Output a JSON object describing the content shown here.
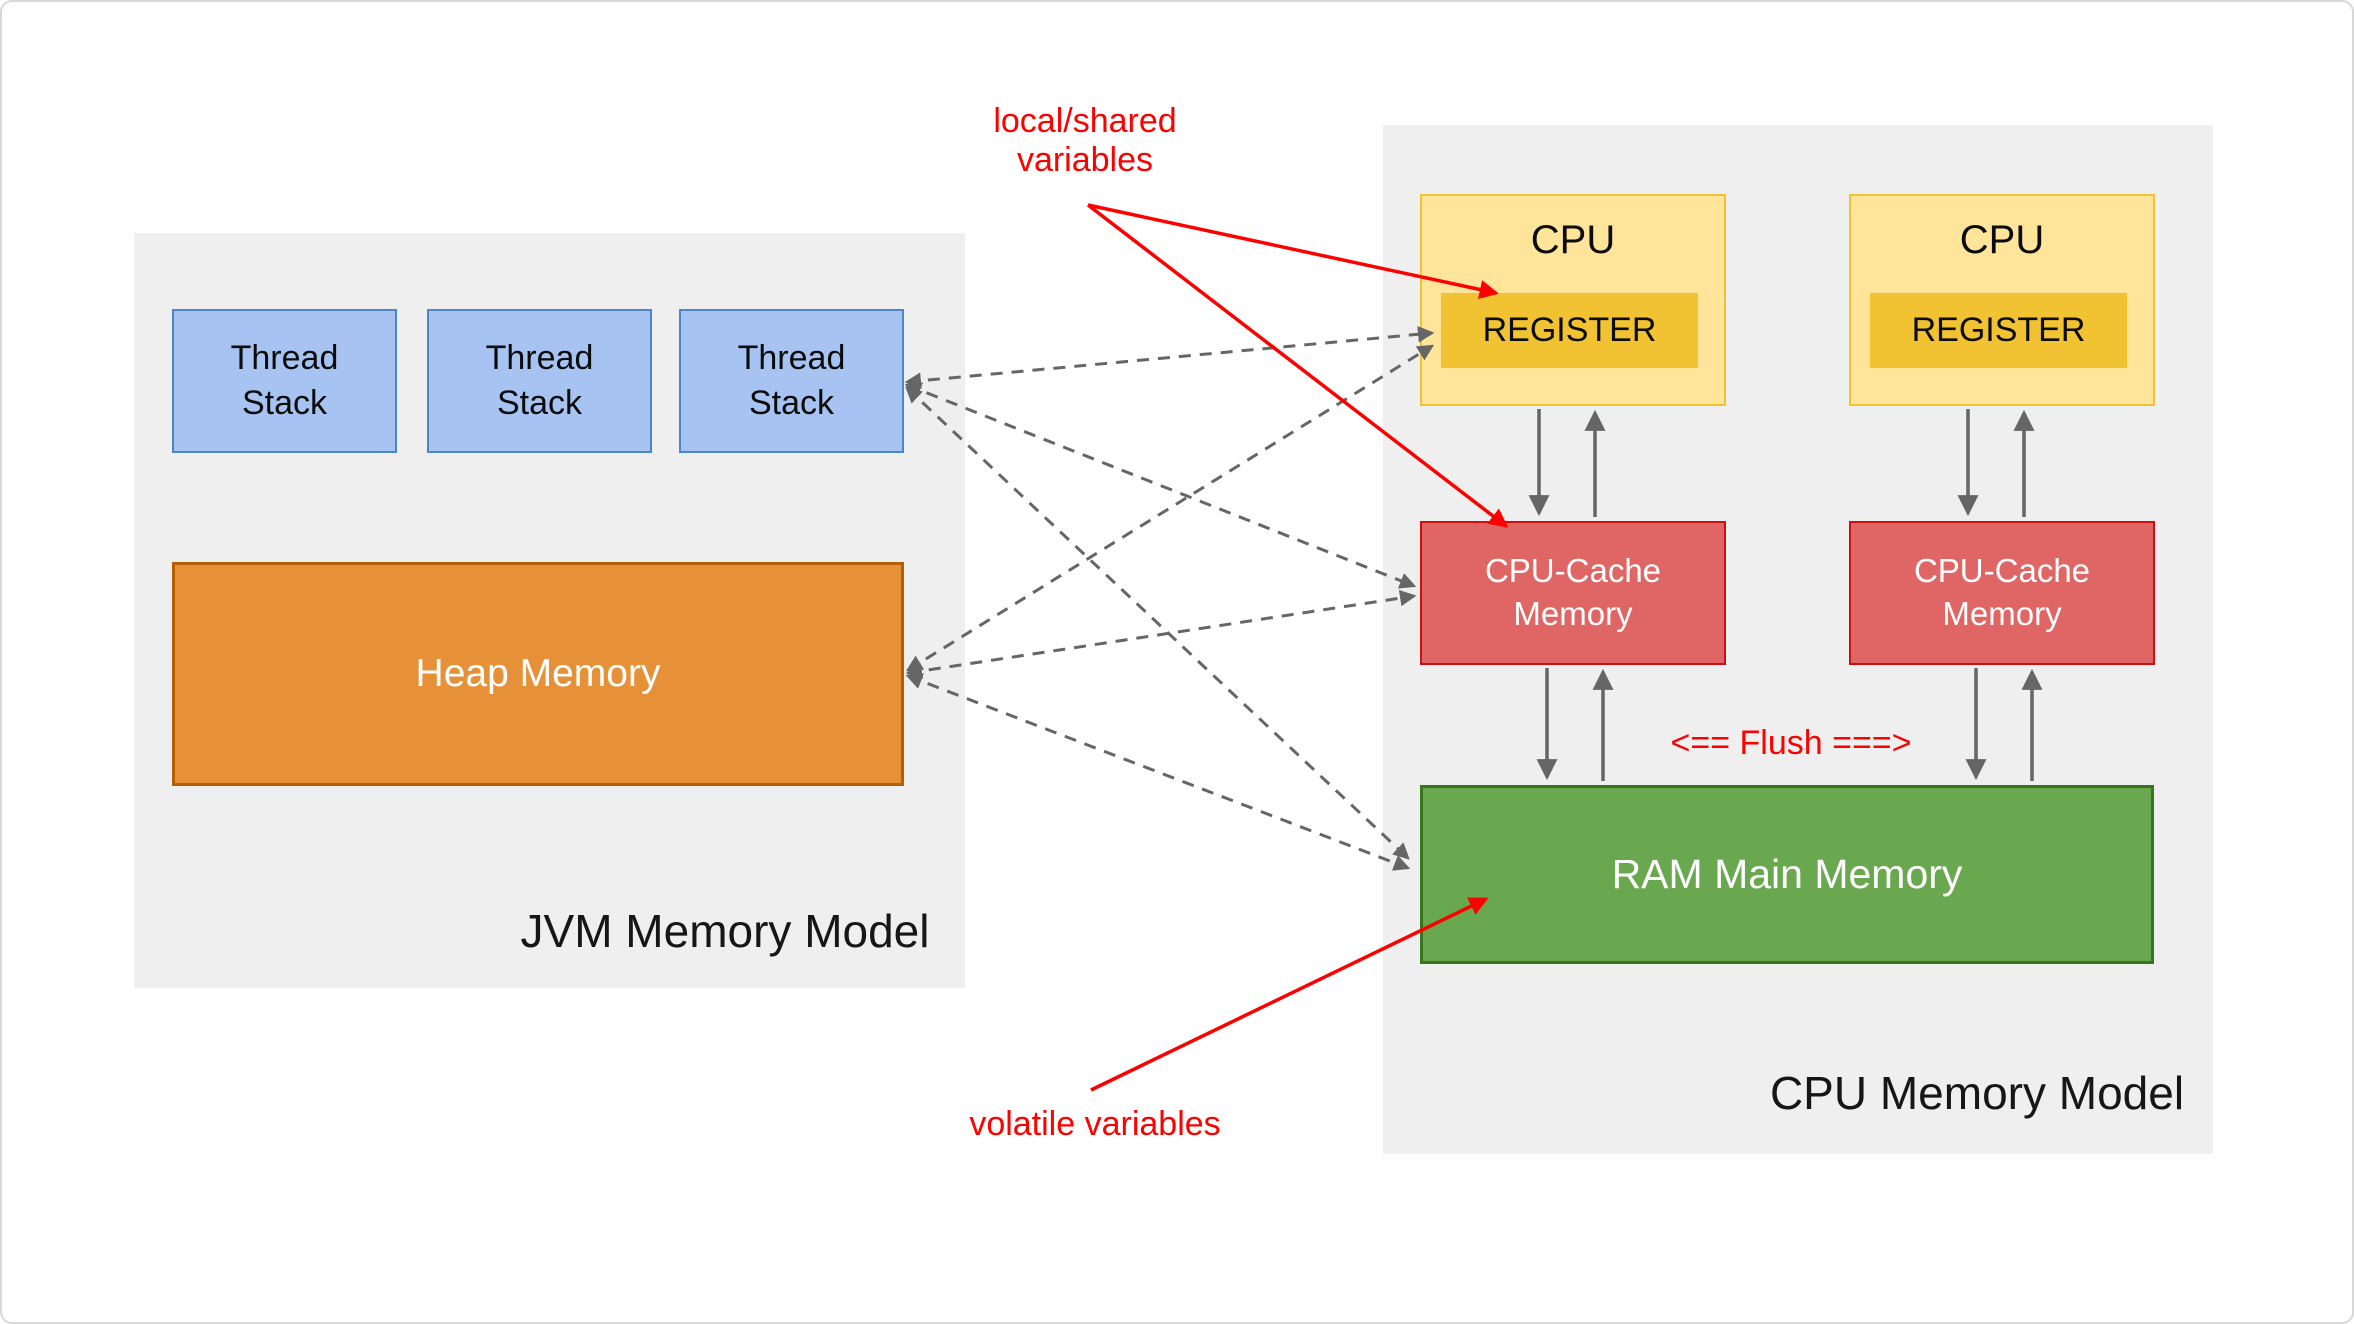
{
  "jvm_panel": {
    "title": "JVM Memory Model",
    "thread_stacks": [
      "Thread\nStack",
      "Thread\nStack",
      "Thread\nStack"
    ],
    "heap_label": "Heap Memory",
    "panel_color": "#efefef",
    "thread_stack_fill": "#a6c3f2",
    "thread_stack_border": "#4a86c8",
    "heap_fill": "#e69138",
    "heap_border": "#b45f06"
  },
  "cpu_panel": {
    "title": "CPU Memory Model",
    "cpus": [
      {
        "label": "CPU",
        "register": "REGISTER"
      },
      {
        "label": "CPU",
        "register": "REGISTER"
      }
    ],
    "caches": [
      "CPU-Cache\nMemory",
      "CPU-Cache\nMemory"
    ],
    "ram_label": "RAM Main Memory",
    "flush_label": "<== Flush ===>",
    "panel_color": "#efefef",
    "cpu_fill": "#ffe599",
    "cpu_border": "#f1c232",
    "register_fill": "#f1c232",
    "cache_fill": "#e06666",
    "cache_border": "#cc1010",
    "ram_fill": "#6aa84f",
    "ram_border": "#38761d"
  },
  "annotations": {
    "local_shared": "local/shared\nvariables",
    "volatile": "volatile variables",
    "color": "#fe0000"
  },
  "arrows": {
    "solid_color": "#666666",
    "dashed_color": "#666666"
  }
}
